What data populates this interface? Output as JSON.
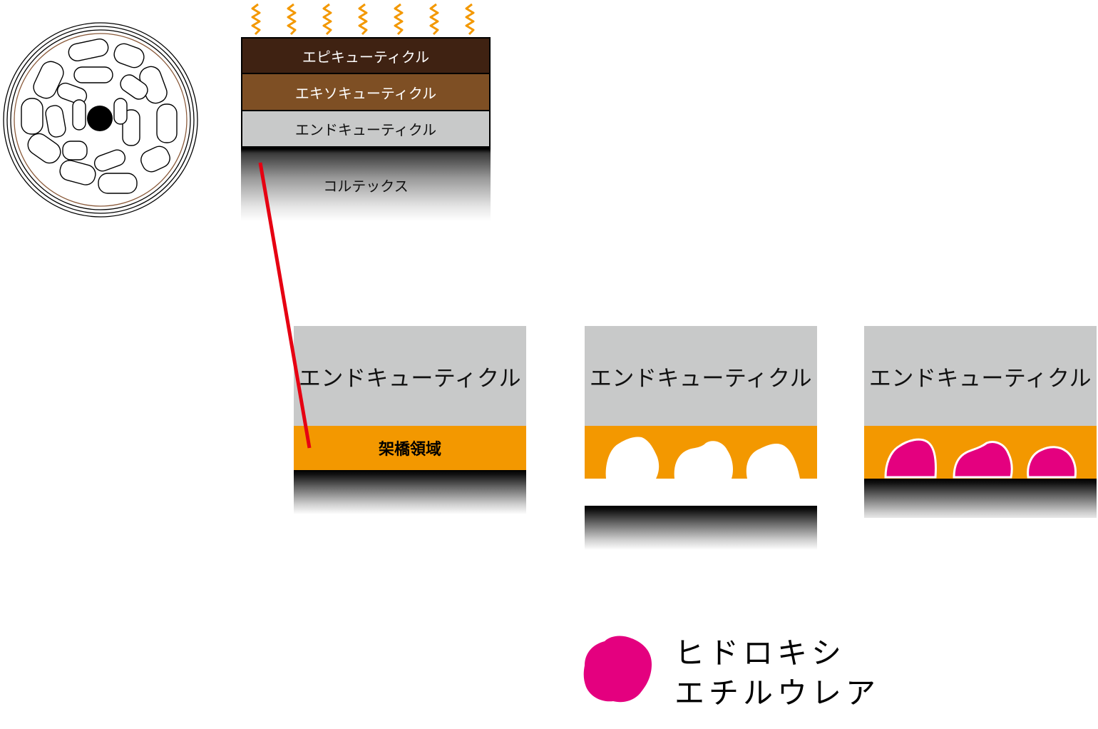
{
  "top_stack": {
    "epicuticle": "エピキューティクル",
    "exocuticle": "エキソキューティクル",
    "endocuticle": "エンドキューティクル",
    "cortex": "コルテックス"
  },
  "panels": [
    {
      "endocuticle": "エンドキューティクル",
      "crosslink_label": "架橋領域"
    },
    {
      "endocuticle": "エンドキューティクル"
    },
    {
      "endocuticle": "エンドキューティクル"
    }
  ],
  "legend": {
    "line1": "ヒドロキシ",
    "line2": "エチルウレア"
  },
  "colors": {
    "epicuticle": "#3f2212",
    "exocuticle": "#7e4f24",
    "endocuticle": "#c8c9c9",
    "crosslink": "#f39800",
    "hydroxyethylurea": "#e4007f",
    "heat": "#f39800",
    "link_line": "#e60012"
  }
}
